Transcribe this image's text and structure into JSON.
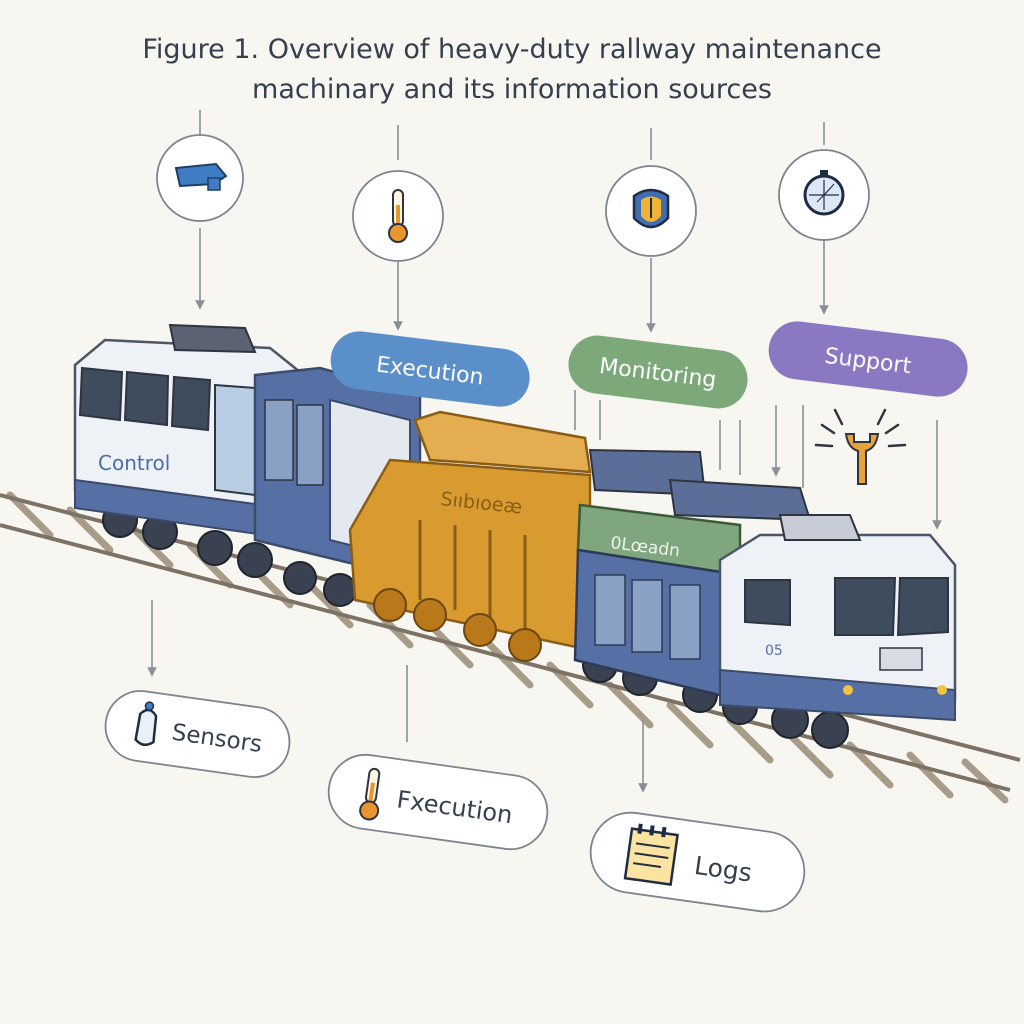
{
  "caption": {
    "line1": "Figure 1. Overview of heavy-duty rallway maintenance",
    "line2": "machinary and its information sources"
  },
  "top_labels": {
    "execution": "Execution",
    "monitoring": "Monitoring",
    "support": "Support"
  },
  "bottom_labels": {
    "sensors": "Sensors",
    "execution": "Fxecution",
    "logs": "Logs"
  },
  "train_labels": {
    "control": "Control",
    "yellow_car": "Sııbıoeæ",
    "green_car": "0Lœadn",
    "cab_number": "05"
  },
  "icons": {
    "top": [
      "blue-device-icon",
      "thermometer-icon",
      "shield-gauge-icon",
      "compass-icon"
    ],
    "bottom": [
      "sensor-probe-icon",
      "thermometer-icon",
      "logbook-icon"
    ],
    "support_badge": "wrench-icon"
  },
  "colors": {
    "background": "#f8f6f0",
    "execution_pill": "#5b8fc9",
    "monitoring_pill": "#7da87a",
    "support_pill": "#8b78c2",
    "train_blue": "#5670a6",
    "train_white": "#eef1f6",
    "train_orange": "#d99a2f",
    "train_green": "#7fa67e",
    "rail": "#8b7e6c"
  }
}
